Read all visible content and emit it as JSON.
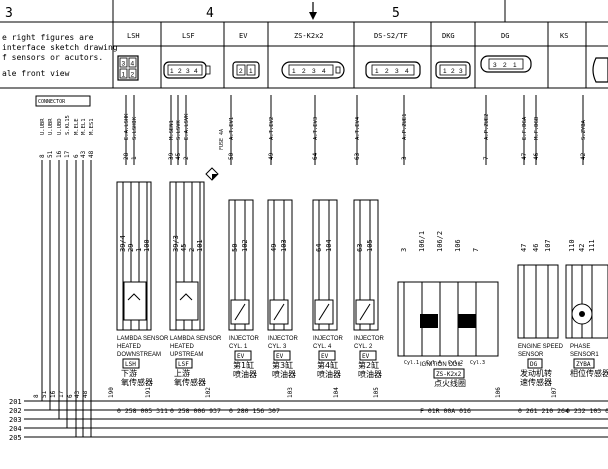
{
  "header": {
    "zone_numbers": [
      "3",
      "4",
      "5"
    ],
    "note_lines": [
      "e right figures are",
      "interface sketch drawing",
      "f sensors or acutors.",
      "ale front view"
    ],
    "connector_codes": [
      "LSH",
      "LSF",
      "EV",
      "ZS-K2x2",
      "DS-S2/TF",
      "DKG",
      "DG",
      "KS"
    ],
    "pin_labels": {
      "LSH": [
        "3",
        "4",
        "1",
        "2"
      ],
      "LSF": [
        "1",
        "2",
        "3",
        "4"
      ],
      "EV": [
        "2",
        "1"
      ],
      "ZS-K2x2": [
        "1",
        "2",
        "3",
        "4"
      ],
      "DS-S2/TF": [
        "1",
        "2",
        "3",
        "4"
      ],
      "DKG": [
        "1",
        "2",
        "3"
      ],
      "DG": [
        "3",
        "2",
        "1"
      ]
    }
  },
  "connector_box_title": "CONNECTOR",
  "left_signals": [
    {
      "name": "U.UBR",
      "pin": "8"
    },
    {
      "name": "U.UBR",
      "pin": "51"
    },
    {
      "name": "U.UBD",
      "pin": "16"
    },
    {
      "name": "S.KL15",
      "pin": "17"
    },
    {
      "name": "M.ELE",
      "pin": "6"
    },
    {
      "name": "M.EL1",
      "pin": "43"
    },
    {
      "name": "M.ES1",
      "pin": "48"
    }
  ],
  "lambda_signals": [
    {
      "name": "E.A.LSHK",
      "pin": "28"
    },
    {
      "name": "S.LSHIK",
      "pin": "1"
    },
    {
      "name": "M.SEN1",
      "pin": "39"
    },
    {
      "name": "S.LSVK",
      "pin": "45"
    },
    {
      "name": "E.A.LSVK",
      "pin": "2"
    }
  ],
  "injector_signals": [
    {
      "name": "A.T.EV1",
      "pin": "50"
    },
    {
      "name": "A.T.EV2",
      "pin": "49"
    },
    {
      "name": "A.T.EV3",
      "pin": "64"
    },
    {
      "name": "A.T.EV4",
      "pin": "63"
    }
  ],
  "ignition_signals": [
    {
      "name": "A.P.ZUE1",
      "pin": "3"
    },
    {
      "name": "A.P.ZUE2",
      "pin": "7"
    }
  ],
  "speed_signals": [
    {
      "name": "E.F.DGA",
      "pin": "47"
    },
    {
      "name": "M.F.DGB",
      "pin": "46"
    }
  ],
  "phase_signals": [
    {
      "name": "S.ZYBA",
      "pin": "42"
    }
  ],
  "fuse_label": "FUSE 4A",
  "components": [
    {
      "title_lines": [
        "LAMBDA SENSOR",
        "HEATED",
        "DOWNSTREAM"
      ],
      "code": "LSH",
      "cn": [
        "下游",
        "氧传感器"
      ],
      "part": "0 258 005 311",
      "pins": [
        "39/4",
        "29",
        "1",
        "100"
      ],
      "side_pins": [
        "1",
        "3",
        "4",
        "2"
      ]
    },
    {
      "title_lines": [
        "LAMBDA SENSOR",
        "HEATED",
        "UPSTREAM"
      ],
      "code": "LSF",
      "cn": [
        "上游",
        "氧传感器"
      ],
      "part": "0 258 006 937",
      "pins": [
        "39/3",
        "45",
        "2",
        "101"
      ],
      "side_pins": [
        "1",
        "3",
        "4",
        "2"
      ]
    },
    {
      "title_lines": [
        "INJECTOR",
        "CYL. 1"
      ],
      "code": "EV",
      "cn": [
        "第1缸",
        "喷油器"
      ],
      "part": "0 280 156 307",
      "pins": [
        "50",
        "102"
      ],
      "side_pins": [
        "2",
        "1"
      ]
    },
    {
      "title_lines": [
        "INJECTOR",
        "CYL. 3"
      ],
      "code": "EV",
      "cn": [
        "第3缸",
        "喷油器"
      ],
      "part": "",
      "pins": [
        "49",
        "103"
      ],
      "side_pins": [
        "2",
        "1"
      ]
    },
    {
      "title_lines": [
        "INJECTOR",
        "CYL. 4"
      ],
      "code": "EV",
      "cn": [
        "第4缸",
        "喷油器"
      ],
      "part": "",
      "pins": [
        "64",
        "104"
      ],
      "side_pins": [
        "2",
        "1"
      ]
    },
    {
      "title_lines": [
        "INJECTOR",
        "CYL. 2"
      ],
      "code": "EV",
      "cn": [
        "第2缸",
        "喷油器"
      ],
      "part": "",
      "pins": [
        "63",
        "105"
      ],
      "side_pins": [
        "2",
        "1"
      ]
    },
    {
      "title_lines": [
        "IGNITION COIL"
      ],
      "code": "ZS-K2x2",
      "cn": [
        "点火线圈"
      ],
      "part": "F 01R 00A 016",
      "pins": [
        "3",
        "106/1",
        "106/2",
        "106",
        "7"
      ],
      "side_pins": [
        "1",
        "2",
        "4",
        "3"
      ],
      "coil_labels": [
        "Cyl.1",
        "Cyl.4",
        "Cyl.2",
        "Cyl.3"
      ]
    },
    {
      "title_lines": [
        "ENGINE SPEED",
        "SENSOR"
      ],
      "code": "DG",
      "cn": [
        "发动机转",
        "速传感器"
      ],
      "part": "0 261 210 264",
      "pins": [
        "47",
        "46",
        "107"
      ],
      "side_pins": [
        "1",
        "2",
        "3"
      ]
    },
    {
      "title_lines": [
        "PHASE",
        "SENSOR1"
      ],
      "code": "ZYBA",
      "cn": [
        "相位传感器"
      ],
      "part": "0 232 103 05",
      "pins": [
        "110",
        "42",
        "111"
      ],
      "side_pins": [
        "1",
        "2",
        "3"
      ]
    }
  ],
  "ground_rows": [
    "201",
    "202",
    "203",
    "204",
    "205"
  ],
  "bottom_pins": [
    "8",
    "51",
    "16",
    "17",
    "6",
    "43",
    "48"
  ],
  "row202_pins": [
    "202",
    "190",
    "191",
    "102",
    "103",
    "104",
    "105",
    "106",
    "107"
  ]
}
